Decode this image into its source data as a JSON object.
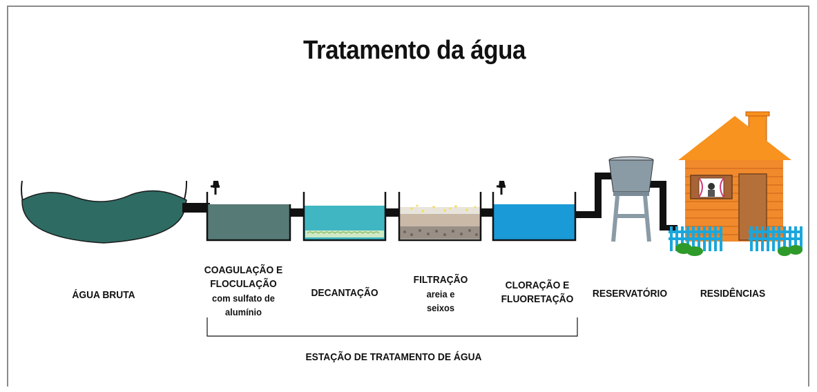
{
  "title": "Tratamento da água",
  "stages": [
    {
      "id": "agua-bruta",
      "lines": [
        "ÁGUA BRUTA"
      ]
    },
    {
      "id": "coagulacao",
      "lines": [
        "COAGULAÇÃO E",
        "FLOCULAÇÃO",
        "com sulfato de",
        "alumínio"
      ]
    },
    {
      "id": "decantacao",
      "lines": [
        "DECANTAÇÃO"
      ]
    },
    {
      "id": "filtracao",
      "lines": [
        "FILTRAÇÃO",
        "areia e",
        "seixos"
      ]
    },
    {
      "id": "cloracao",
      "lines": [
        "CLORAÇÃO E",
        "FLUORETAÇÃO"
      ]
    },
    {
      "id": "reservatorio",
      "lines": [
        "RESERVATÓRIO"
      ]
    },
    {
      "id": "residencias",
      "lines": [
        "RESIDÊNCIAS"
      ]
    }
  ],
  "bracket_label": "ESTAÇÃO DE TRATAMENTO DE ÁGUA",
  "colors": {
    "raw_water": "#2e6b63",
    "coagulation_tank": "#567a76",
    "decantation_water": "#3fb6c2",
    "chlorination_water": "#1a9ad6",
    "pipe": "#111111",
    "reservoir": "#8a9ba6",
    "house_wall": "#f08a2c",
    "roof": "#f7931e",
    "fence": "#1aa7dc",
    "bush": "#2e9a2a"
  }
}
